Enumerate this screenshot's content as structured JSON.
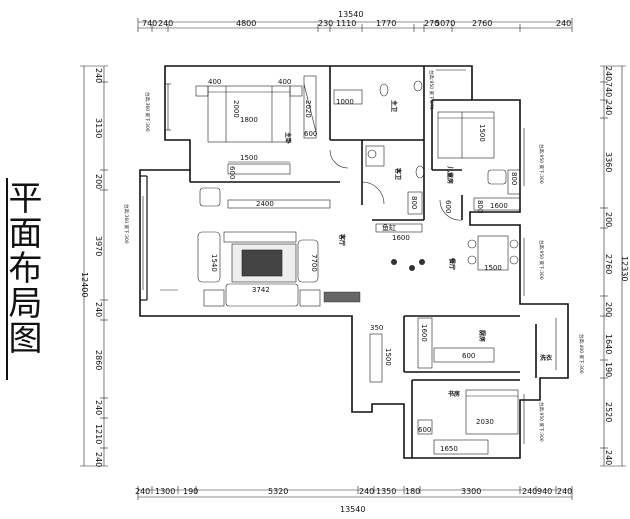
{
  "title": "平面布局图",
  "totals": {
    "top": "13540",
    "bottom": "13540",
    "left": "12400",
    "right": "12330"
  },
  "top_dims": [
    "740",
    "240",
    "4800",
    "230",
    "1110",
    "1770",
    "270",
    "5070",
    "2760",
    "240"
  ],
  "bottom_dims": [
    "240",
    "1300",
    "190",
    "5320",
    "240",
    "1350",
    "180",
    "3300",
    "240",
    "940",
    "240"
  ],
  "left_dims": [
    "240",
    "3130",
    "200",
    "3970",
    "240",
    "2860",
    "240",
    "1210",
    "240"
  ],
  "right_dims": [
    "240",
    "740",
    "240",
    "3360",
    "200",
    "2760",
    "200",
    "1640",
    "190",
    "2520",
    "240"
  ],
  "rooms": {
    "master": "主卧",
    "master_bath": "主卫",
    "guest_bath": "客卫",
    "kids": "儿童房",
    "living": "客厅",
    "dining": "餐厅",
    "kitchen": "厨房",
    "study": "书房",
    "laundry": "洗衣"
  },
  "inner_dims": {
    "bed_400a": "400",
    "bed_400b": "400",
    "bed_2000": "2000",
    "bed_1800": "1800",
    "wardrobe_2020": "2020",
    "m_600": "600",
    "bath_1000": "1000",
    "master_1500": "1500",
    "tv_2400": "2400",
    "kids_1500": "1500",
    "kids_800a": "800",
    "kids_800b": "800",
    "kids_600": "600",
    "kids_1600": "1600",
    "fish": "鱼缸",
    "fish_1600": "1600",
    "sofa_3742": "3742",
    "sofa_1540": "1540",
    "chair_7700": "7700",
    "dining_1500": "1500",
    "k_350": "350",
    "k_1500": "1500",
    "k_600": "600",
    "k_1600": "1600",
    "k_600b": "600",
    "s_2030": "2030",
    "s_600": "600",
    "s_1650": "1650",
    "g_800": "800"
  },
  "notes": {
    "master_win": "台高:360 梁下:300",
    "master_bath_win": "台高:950 梁下:270",
    "kids_win": "台高:950 梁下:300",
    "dining_win": "台高:950 梁下:300",
    "living_win": "台高:360 梁下:300",
    "kitchen_win": "台高:400 梁下:300",
    "study_win": "台高:950 梁下:300"
  }
}
